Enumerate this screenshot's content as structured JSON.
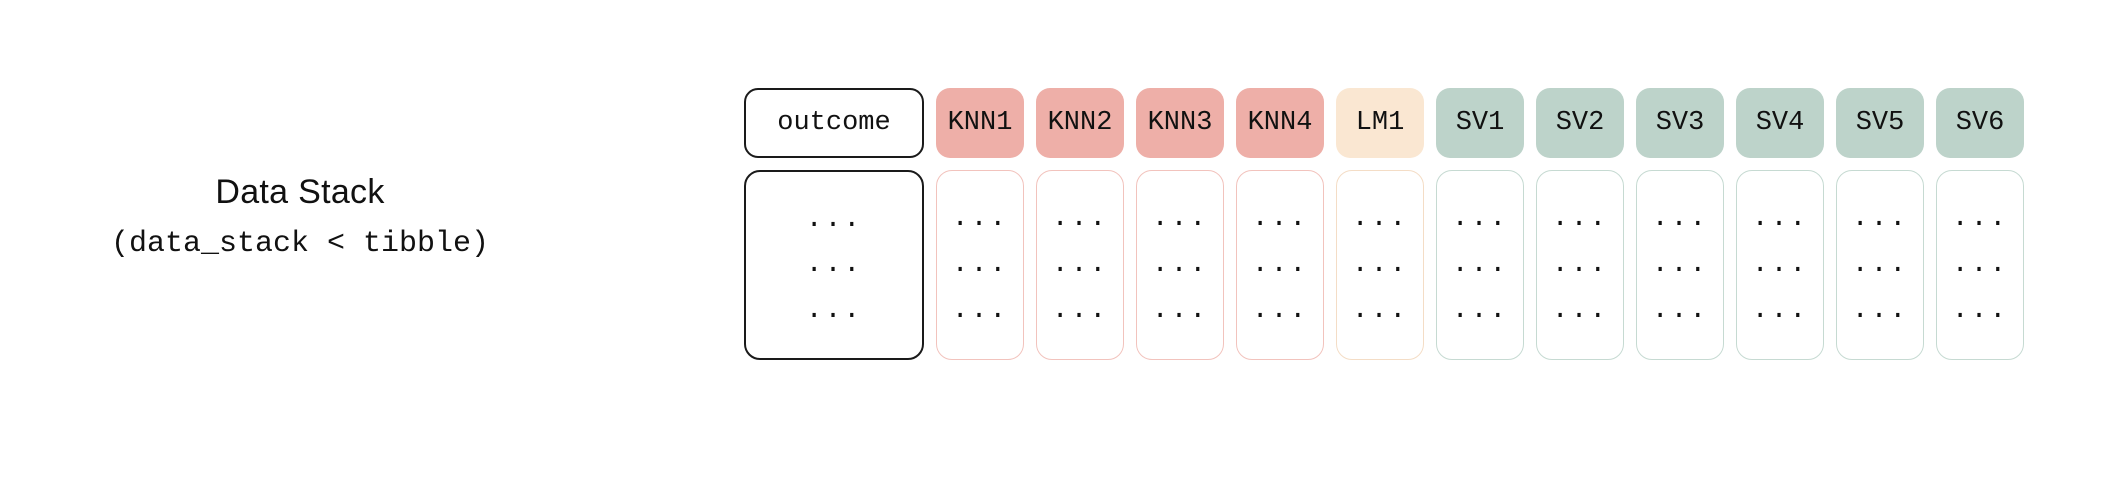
{
  "diagram": {
    "label": {
      "title": "Data Stack",
      "subtitle": "(data_stack < tibble)"
    },
    "table": {
      "ellipsis": "...",
      "row_count": 3,
      "columns": [
        {
          "name": "outcome",
          "label": "outcome",
          "kind": "outcome"
        },
        {
          "name": "knn1",
          "label": "KNN1",
          "kind": "knn"
        },
        {
          "name": "knn2",
          "label": "KNN2",
          "kind": "knn"
        },
        {
          "name": "knn3",
          "label": "KNN3",
          "kind": "knn"
        },
        {
          "name": "knn4",
          "label": "KNN4",
          "kind": "knn"
        },
        {
          "name": "lm1",
          "label": "LM1",
          "kind": "lm"
        },
        {
          "name": "sv1",
          "label": "SV1",
          "kind": "sv"
        },
        {
          "name": "sv2",
          "label": "SV2",
          "kind": "sv"
        },
        {
          "name": "sv3",
          "label": "SV3",
          "kind": "sv"
        },
        {
          "name": "sv4",
          "label": "SV4",
          "kind": "sv"
        },
        {
          "name": "sv5",
          "label": "SV5",
          "kind": "sv"
        },
        {
          "name": "sv6",
          "label": "SV6",
          "kind": "sv"
        }
      ]
    },
    "colors": {
      "background": "#ffffff",
      "outcome_border": "#1a1a1a",
      "knn_header": "#eeafa8",
      "knn_border": "#f2c3bd",
      "lm_header": "#fae7d2",
      "lm_border": "#f4ddc6",
      "sv_header": "#bdd3ca",
      "sv_border": "#c6dad2",
      "text": "#111111"
    }
  }
}
